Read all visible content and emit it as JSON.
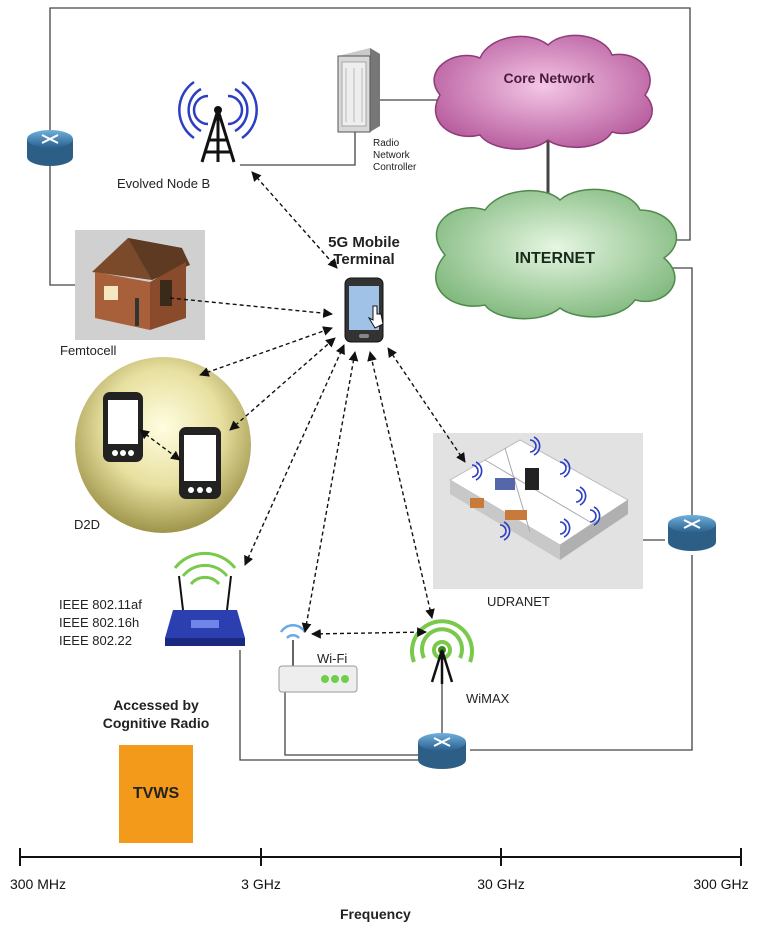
{
  "labels": {
    "core_network": "Core Network",
    "internet": "INTERNET",
    "radio_network_controller": "Radio Network Controller",
    "evolved_node_b": "Evolved Node B",
    "terminal": "5G Mobile Terminal",
    "femtocell": "Femtocell",
    "d2d": "D2D",
    "udranet": "UDRANET",
    "ieee_1": "IEEE 802.11af",
    "ieee_2": "IEEE 802.16h",
    "ieee_3": "IEEE 802.22",
    "wifi": "Wi-Fi",
    "wimax": "WiMAX",
    "cognitive": "Accessed by Cognitive Radio",
    "tvws": "TVWS"
  },
  "axis": {
    "title": "Frequency",
    "ticks": [
      "300 MHz",
      "3 GHz",
      "30 GHz",
      "300 GHz"
    ]
  },
  "colors": {
    "core_network_cloud": "#d88bc2",
    "internet_cloud": "#a8d4a6",
    "router": "#3f7fb0",
    "tvws_box": "#f39a1a",
    "d2d_circle": "#c9bf6a",
    "radio_wave_green": "#79c94a",
    "radio_wave_blue": "#2c3fc4"
  },
  "icons": [
    "router-icon",
    "cell-tower-icon",
    "server-rack-icon",
    "house-icon",
    "smartphone-icon",
    "wireless-router-icon",
    "wimax-tower-icon",
    "floorplan-icon",
    "cloud-icon"
  ]
}
